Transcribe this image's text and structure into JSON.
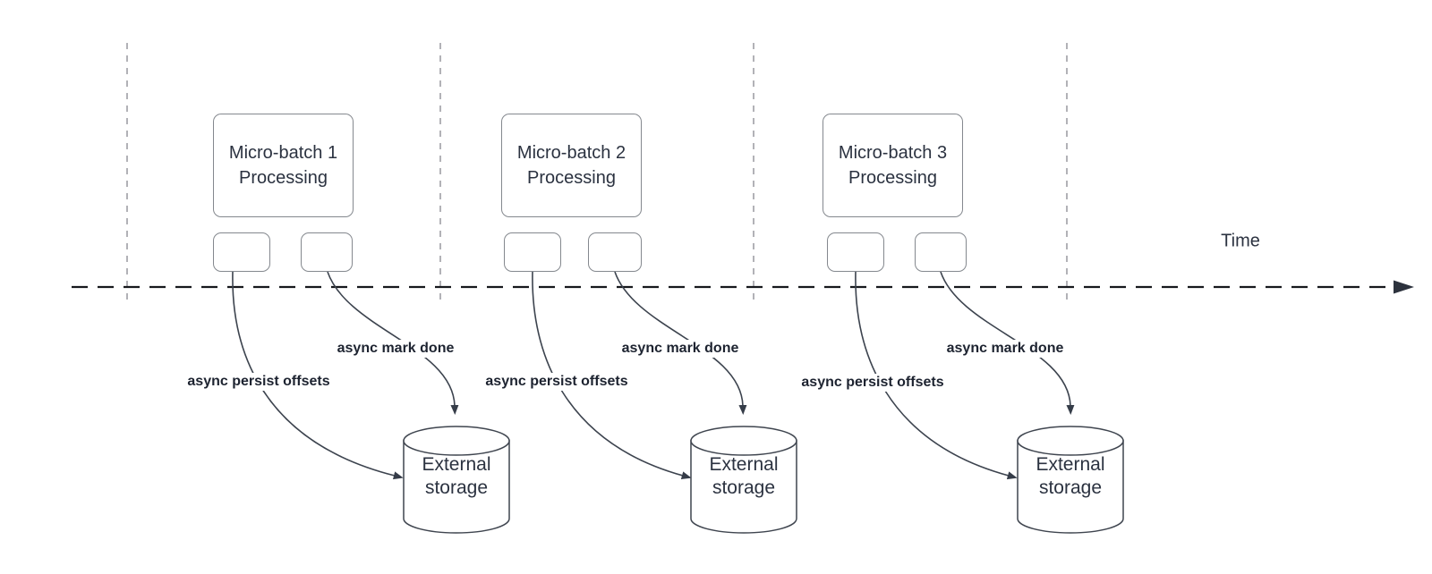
{
  "timeline": {
    "label": "Time"
  },
  "groups": [
    {
      "box": {
        "line1": "Micro-batch 1",
        "line2": "Processing"
      },
      "persist_label": "async persist offsets",
      "mark_label": "async mark done",
      "storage": {
        "line1": "External",
        "line2": "storage"
      }
    },
    {
      "box": {
        "line1": "Micro-batch 2",
        "line2": "Processing"
      },
      "persist_label": "async persist offsets",
      "mark_label": "async mark done",
      "storage": {
        "line1": "External",
        "line2": "storage"
      }
    },
    {
      "box": {
        "line1": "Micro-batch 3",
        "line2": "Processing"
      },
      "persist_label": "async persist offsets",
      "mark_label": "async mark done",
      "storage": {
        "line1": "External",
        "line2": "storage"
      }
    }
  ],
  "colors": {
    "text": "#2b3240",
    "bold_label_text": "#1d2330",
    "shape_border": "#84888e",
    "gridline": "#b2b2b7",
    "timeline_line": "#17191d",
    "arrow_stroke": "#3c434e",
    "arrow_fill": "#353c48",
    "background": "#ffffff"
  }
}
